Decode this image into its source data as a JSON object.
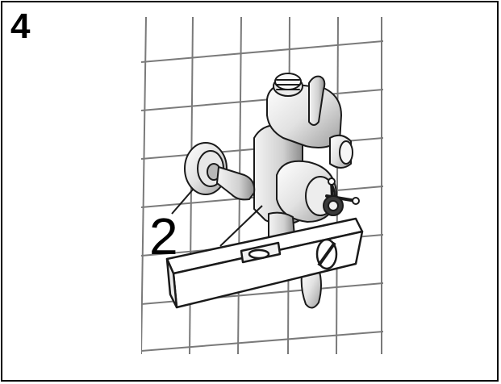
{
  "step": {
    "number": "4"
  },
  "illustration": {
    "callout_label": "2",
    "subject": "thermostatic-shower-valve-with-spirit-level"
  },
  "colors": {
    "line": "#1a1a1a",
    "tile_grout": "#7a7a7a",
    "metal_shade": "#bdbdbd",
    "background": "#ffffff"
  }
}
